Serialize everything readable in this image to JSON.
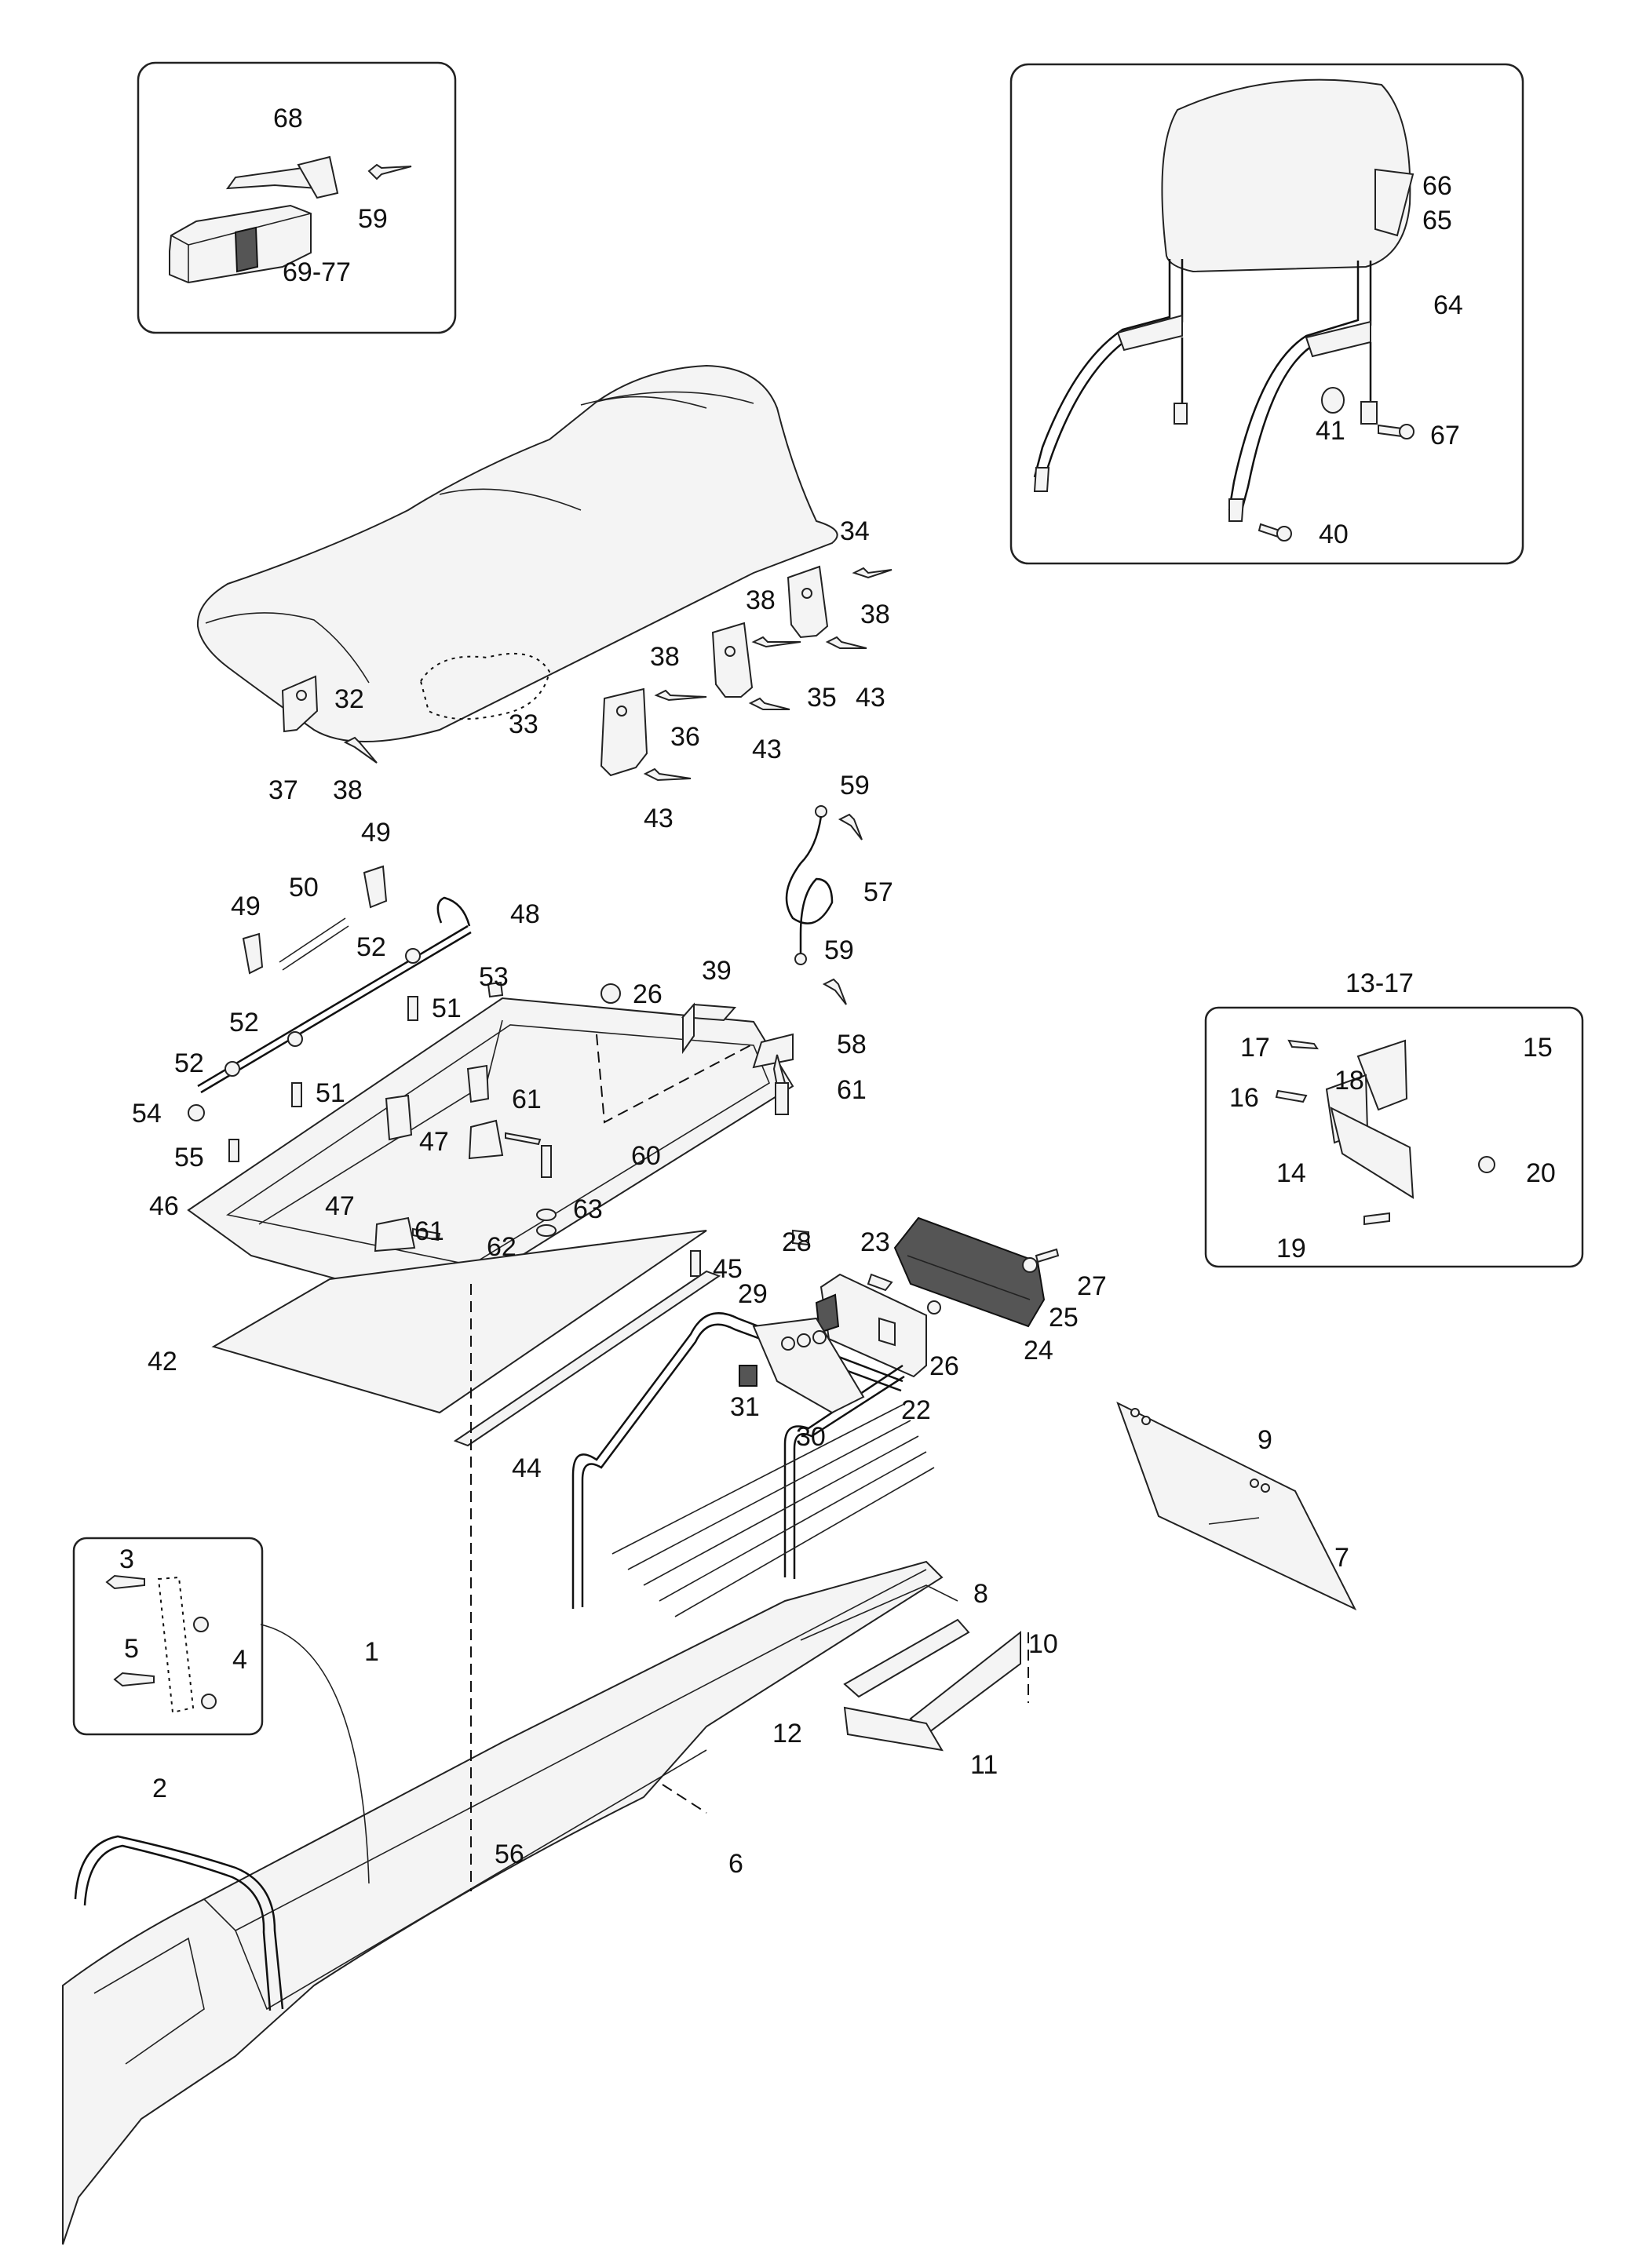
{
  "callouts": {
    "c1": "1",
    "c2": "2",
    "c3": "3",
    "c4": "4",
    "c5": "5",
    "c6": "6",
    "c7": "7",
    "c8": "8",
    "c9": "9",
    "c10": "10",
    "c11": "11",
    "c12": "12",
    "c13_17": "13-17",
    "c14": "14",
    "c15": "15",
    "c16": "16",
    "c17": "17",
    "c18": "18",
    "c19": "19",
    "c20": "20",
    "c22": "22",
    "c23": "23",
    "c24": "24",
    "c25": "25",
    "c26a": "26",
    "c26b": "26",
    "c27": "27",
    "c28": "28",
    "c29": "29",
    "c30": "30",
    "c31": "31",
    "c32": "32",
    "c33": "33",
    "c34": "34",
    "c35": "35",
    "c36": "36",
    "c37": "37",
    "c38a": "38",
    "c38b": "38",
    "c38c": "38",
    "c38d": "38",
    "c39": "39",
    "c40": "40",
    "c41": "41",
    "c42": "42",
    "c43a": "43",
    "c43b": "43",
    "c43c": "43",
    "c44": "44",
    "c45": "45",
    "c46": "46",
    "c47a": "47",
    "c47b": "47",
    "c48": "48",
    "c49a": "49",
    "c49b": "49",
    "c50": "50",
    "c51a": "51",
    "c51b": "51",
    "c52a": "52",
    "c52b": "52",
    "c52c": "52",
    "c53": "53",
    "c54": "54",
    "c55": "55",
    "c56": "56",
    "c57": "57",
    "c58": "58",
    "c59a": "59",
    "c59b": "59",
    "c59c": "59",
    "c60": "60",
    "c61a": "61",
    "c61b": "61",
    "c61c": "61",
    "c62": "62",
    "c63": "63",
    "c64": "64",
    "c65": "65",
    "c66": "66",
    "c67": "67",
    "c68": "68",
    "c69_77": "69-77"
  }
}
